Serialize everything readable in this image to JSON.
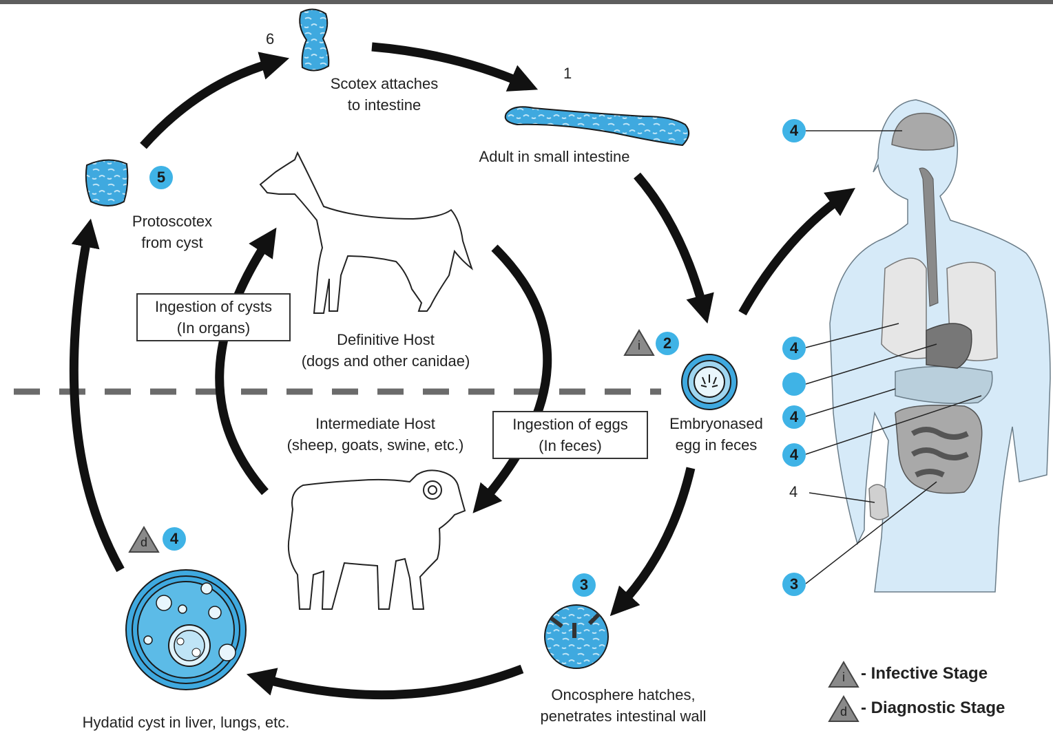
{
  "labels": {
    "scolex": "Scotex attaches\nto intestine",
    "adult": "Adult in small intestine",
    "protoscolex": "Protoscotex\nfrom cyst",
    "definitive_host": "Definitive Host\n(dogs and other canidae)",
    "intermediate_host": "Intermediate  Host\n(sheep, goats, swine, etc.)",
    "egg": "Embryonased\negg in feces",
    "oncosphere": "Oncosphere hatches,\npenetrates intestinal wall",
    "hydatid": "Hydatid cyst in liver, lungs, etc."
  },
  "boxes": {
    "ingestion_cysts": "Ingestion of cysts\n(In organs)",
    "ingestion_eggs": "Ingestion of eggs\n(In feces)"
  },
  "stage_numbers": {
    "scolex": "6",
    "adult": "1",
    "protoscolex": "5",
    "egg": "2",
    "oncosphere": "3",
    "hydatid": "4"
  },
  "human_numbers": {
    "brain": "4",
    "lungs": "4",
    "heart": "",
    "liver": "4",
    "abdomen": "4",
    "bone": "4",
    "intestine": "3"
  },
  "triangles": {
    "infective": "i",
    "diagnostic": "d"
  },
  "legend": {
    "infective": "- Infective Stage",
    "diagnostic": "- Diagnostic Stage"
  },
  "colors": {
    "badge": "#3fb3e6",
    "parasite": "#3fa9df",
    "human_body": "#d6eaf8",
    "organs": "#a9a9a9",
    "arrows": "#111111",
    "divider": "#6b6b6b"
  }
}
